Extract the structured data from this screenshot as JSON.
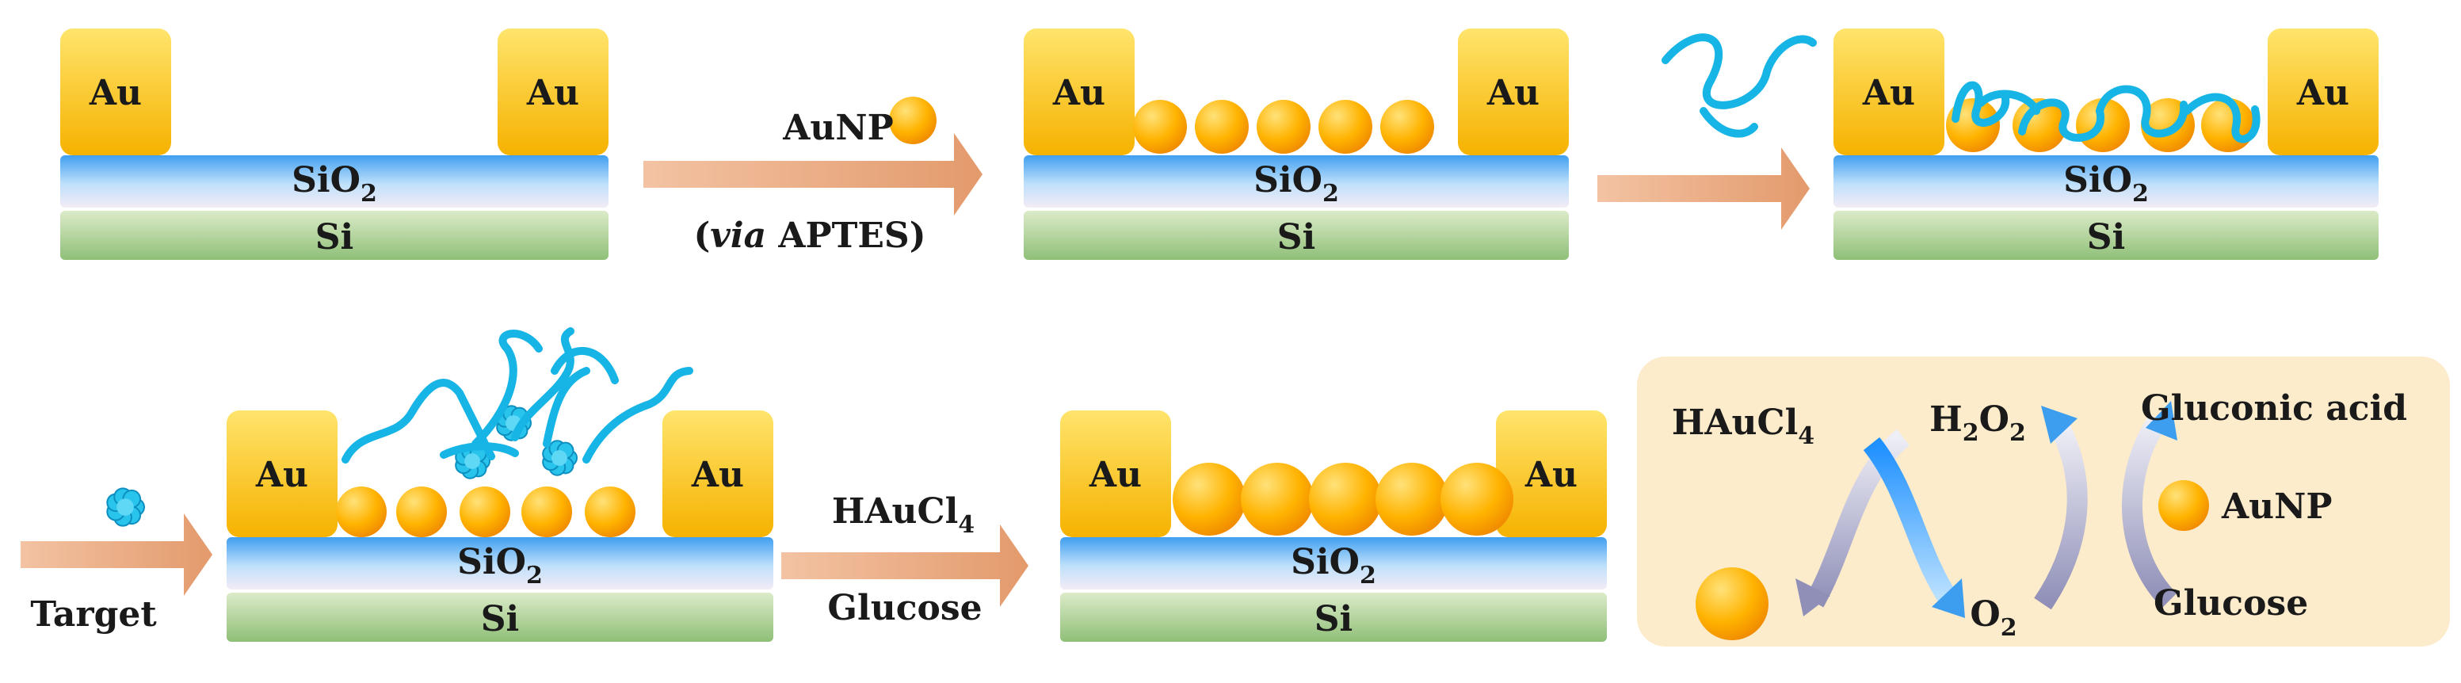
{
  "labels": {
    "au": "Au",
    "sio": "SiO",
    "sio_sub": "2",
    "si": "Si",
    "aunp": "AuNP",
    "via_open": "(",
    "via_italic": "via",
    "via_rest": " APTES)",
    "target": "Target",
    "haucl": "HAuCl",
    "haucl_sub": "4",
    "glucose": "Glucose",
    "h2o2_h": "H",
    "h2o2_sub1": "2",
    "h2o2_o": "O",
    "h2o2_sub2": "2",
    "o2_o": "O",
    "o2_sub": "2",
    "gluconic_acid": "Gluconic acid"
  },
  "colors": {
    "gold_light": "#ffe36a",
    "gold_dark": "#f5b000",
    "sio2_blue": "#4aa3ee",
    "sio2_light": "#eaf5ff",
    "si_green_light": "#d4e8c0",
    "si_green_dark": "#93c27a",
    "arrow_orange": "#e9a27a",
    "aptamer_cyan": "#19b5e6",
    "legend_bg": "#fdebc9",
    "cycle_blue": "#3d9ef0",
    "cycle_grey": "#a9a9c9"
  }
}
